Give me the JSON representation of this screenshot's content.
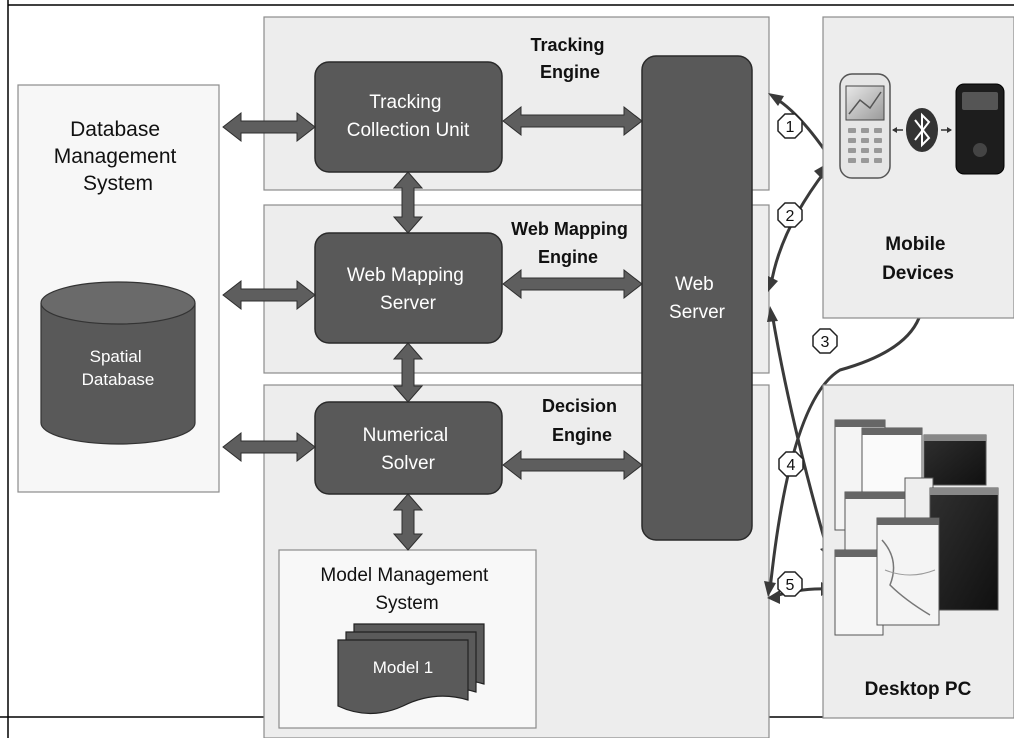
{
  "diagram": {
    "database_management_system": {
      "label_lines": [
        "Database",
        "Management",
        "System"
      ],
      "spatial_database_lines": [
        "Spatial",
        "Database"
      ]
    },
    "engines": {
      "tracking": {
        "label_lines": [
          "Tracking",
          "Engine"
        ]
      },
      "web_mapping": {
        "label_lines": [
          "Web Mapping",
          "Engine"
        ]
      },
      "decision": {
        "label_lines": [
          "Decision",
          "Engine"
        ]
      }
    },
    "components": {
      "tracking_collection_unit": {
        "label_lines": [
          "Tracking",
          "Collection Unit"
        ]
      },
      "web_mapping_server": {
        "label_lines": [
          "Web Mapping",
          "Server"
        ]
      },
      "numerical_solver": {
        "label_lines": [
          "Numerical",
          "Solver"
        ]
      },
      "web_server": {
        "label_lines": [
          "Web",
          "Server"
        ]
      }
    },
    "model_management_system": {
      "label_lines": [
        "Model Management",
        "System"
      ],
      "model_label": "Model 1"
    },
    "clients": {
      "mobile_devices": {
        "label_lines": [
          "Mobile",
          "Devices"
        ]
      },
      "desktop_pc": {
        "label": "Desktop PC"
      }
    },
    "connection_numbers": [
      "1",
      "2",
      "3",
      "4",
      "5"
    ],
    "colors": {
      "component_fill": "#595959",
      "panel_fill": "#ededed",
      "light_panel_fill": "#f8f8f8",
      "arrow_fill": "#5e5e5e",
      "text_dark": "#111111",
      "text_light": "#ffffff"
    }
  }
}
